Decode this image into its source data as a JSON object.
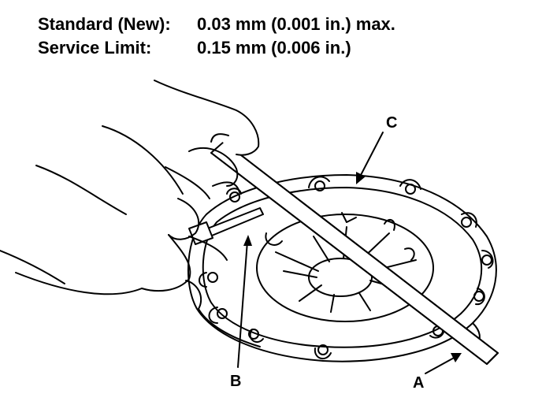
{
  "specs": [
    {
      "label": "Standard (New):",
      "value": "0.03 mm (0.001 in.) max."
    },
    {
      "label": "Service Limit:",
      "value": "0.15 mm (0.006 in.)"
    }
  ],
  "callouts": {
    "a": "A",
    "b": "B",
    "c": "C"
  },
  "colors": {
    "ink": "#000000",
    "paper": "#ffffff"
  }
}
